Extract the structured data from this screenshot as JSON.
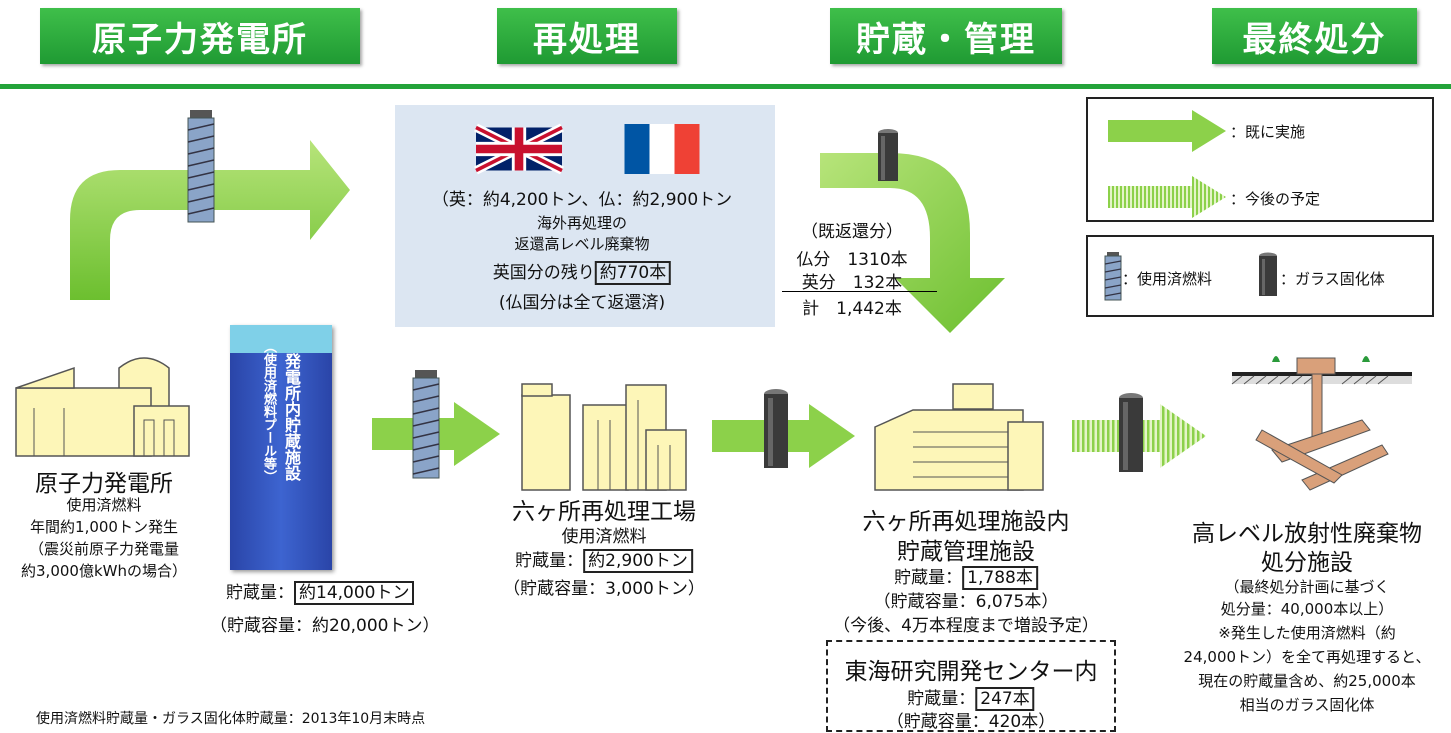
{
  "header": {
    "stage1": "原子力発電所",
    "stage2": "再処理",
    "stage3": "貯蔵・管理",
    "stage4": "最終処分"
  },
  "legend": {
    "existing": "：既に実施",
    "planned": "：今後の予定",
    "spent_fuel": "：使用済燃料",
    "vitrified": "：ガラス固化体"
  },
  "overseas": {
    "amounts": "（英：約4,200トン、仏：約2,900トン",
    "title_line1": "海外再処理の",
    "title_line2": "返還高レベル廃棄物",
    "uk_remaining_label": "英国分の残り",
    "uk_remaining_value": "約770本",
    "france_note": "(仏国分は全て返還済)"
  },
  "returned": {
    "label": "（既返還分）",
    "france": "仏分　1310本",
    "uk": "英分　132本",
    "total": "計　1,442本"
  },
  "power_plant": {
    "title": "原子力発電所",
    "line1": "使用済燃料",
    "line2": "年間約1,000トン発生",
    "line3": "（震災前原子力発電量",
    "line4": "約3,000億kWhの場合）"
  },
  "pool": {
    "vertical_label": "発電所内貯蔵施設",
    "vertical_sub": "（使用済燃料プール等）",
    "stock_label": "貯蔵量：",
    "stock_value": "約14,000トン",
    "capacity": "（貯蔵容量：約20,000トン）"
  },
  "rokkasho_plant": {
    "title": "六ヶ所再処理工場",
    "line1": "使用済燃料",
    "stock_label": "貯蔵量：",
    "stock_value": "約2,900トン",
    "capacity": "（貯蔵容量：3,000トン）"
  },
  "rokkasho_storage": {
    "title1": "六ヶ所再処理施設内",
    "title2": "貯蔵管理施設",
    "stock_label": "貯蔵量：",
    "stock_value": "1,788本",
    "capacity": "（貯蔵容量：6,075本）",
    "note": "（今後、4万本程度まで増設予定）"
  },
  "tokai": {
    "title": "東海研究開発センター内",
    "stock_label": "貯蔵量：",
    "stock_value": "247本",
    "capacity": "（貯蔵容量：420本）"
  },
  "disposal": {
    "title1": "高レベル放射性廃棄物",
    "title2": "処分施設",
    "line1": "（最終処分計画に基づく",
    "line2": "処分量：40,000本以上）",
    "line3": "※発生した使用済燃料（約",
    "line4": "24,000トン）を全て再処理すると、",
    "line5": "現在の貯蔵量含め、約25,000本",
    "line6": "相当のガラス固化体"
  },
  "footnote": "使用済燃料貯蔵量・ガラス固化体貯蔵量：2013年10月末時点",
  "colors": {
    "header_green": "#2aa83c",
    "arrow_green": "#8cd14a",
    "building_fill": "#fdf6b8",
    "overseas_panel": "#dce6f2",
    "pool_blue": "#2f4fb8"
  }
}
